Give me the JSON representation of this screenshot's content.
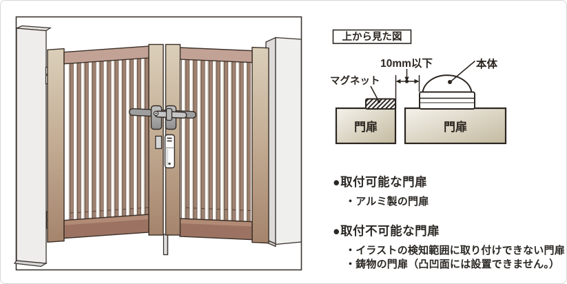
{
  "diagram": {
    "title": "上から見た図",
    "gap_label": "10mm以下",
    "body_label": "本体",
    "magnet_label": "マグネット",
    "left_gate_label": "門扉",
    "right_gate_label": "門扉"
  },
  "notes": {
    "sections": [
      {
        "title": "●取付可能な門扉",
        "items": [
          "・アルミ製の門扉"
        ]
      },
      {
        "title": "●取付不可能な門扉",
        "items": [
          "・イラストの検知範囲に取り付けできない門扉",
          "・鋳物の門扉（凸凹面には設置できません。）"
        ]
      }
    ]
  },
  "colors": {
    "outline": "#3a332e",
    "diagram_line": "#2b2520",
    "gate_stile_light": "#dbcfba",
    "gate_stile_dark": "#a5846c",
    "gate_top_rail": "#c3a296",
    "gate_bottom_rail": "#9c7362",
    "gate_slat": "#a08271",
    "pillar": "#efefed",
    "door_block_light": "#f5f2ec",
    "door_block_dark": "#c3ba9f"
  }
}
